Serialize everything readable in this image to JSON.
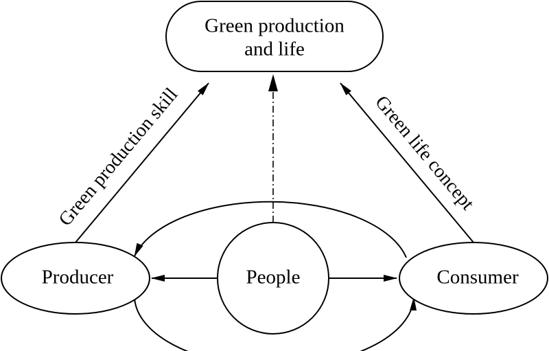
{
  "diagram": {
    "nodes": {
      "top": {
        "line1": "Green production",
        "line2": "and life"
      },
      "producer": {
        "label": "Producer"
      },
      "people": {
        "label": "People"
      },
      "consumer": {
        "label": "Consumer"
      }
    },
    "edges": {
      "left": {
        "label": "Green production skill"
      },
      "right": {
        "label": "Green life concept"
      }
    },
    "colors": {
      "stroke": "#000000",
      "background": "#ffffff"
    }
  }
}
